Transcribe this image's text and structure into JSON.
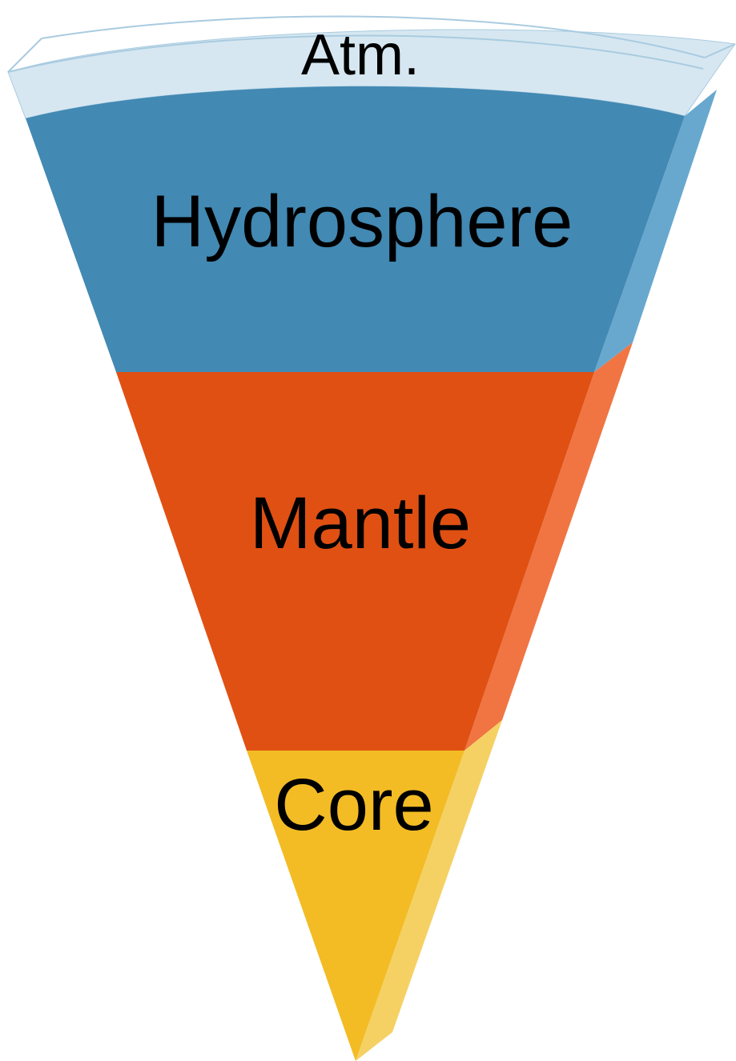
{
  "layers": [
    {
      "id": "atmosphere",
      "label": "Atm.",
      "color": "#d6e7f1",
      "side_color": "#e8f2f8",
      "edge_color": "#a9cbe0"
    },
    {
      "id": "hydrosphere",
      "label": "Hydrosphere",
      "color": "#4289b3",
      "side_color": "#68a8ce"
    },
    {
      "id": "mantle",
      "label": "Mantle",
      "color": "#e05013",
      "side_color": "#f07543"
    },
    {
      "id": "core",
      "label": "Core",
      "color": "#f3bc25",
      "side_color": "#f5d164"
    }
  ]
}
